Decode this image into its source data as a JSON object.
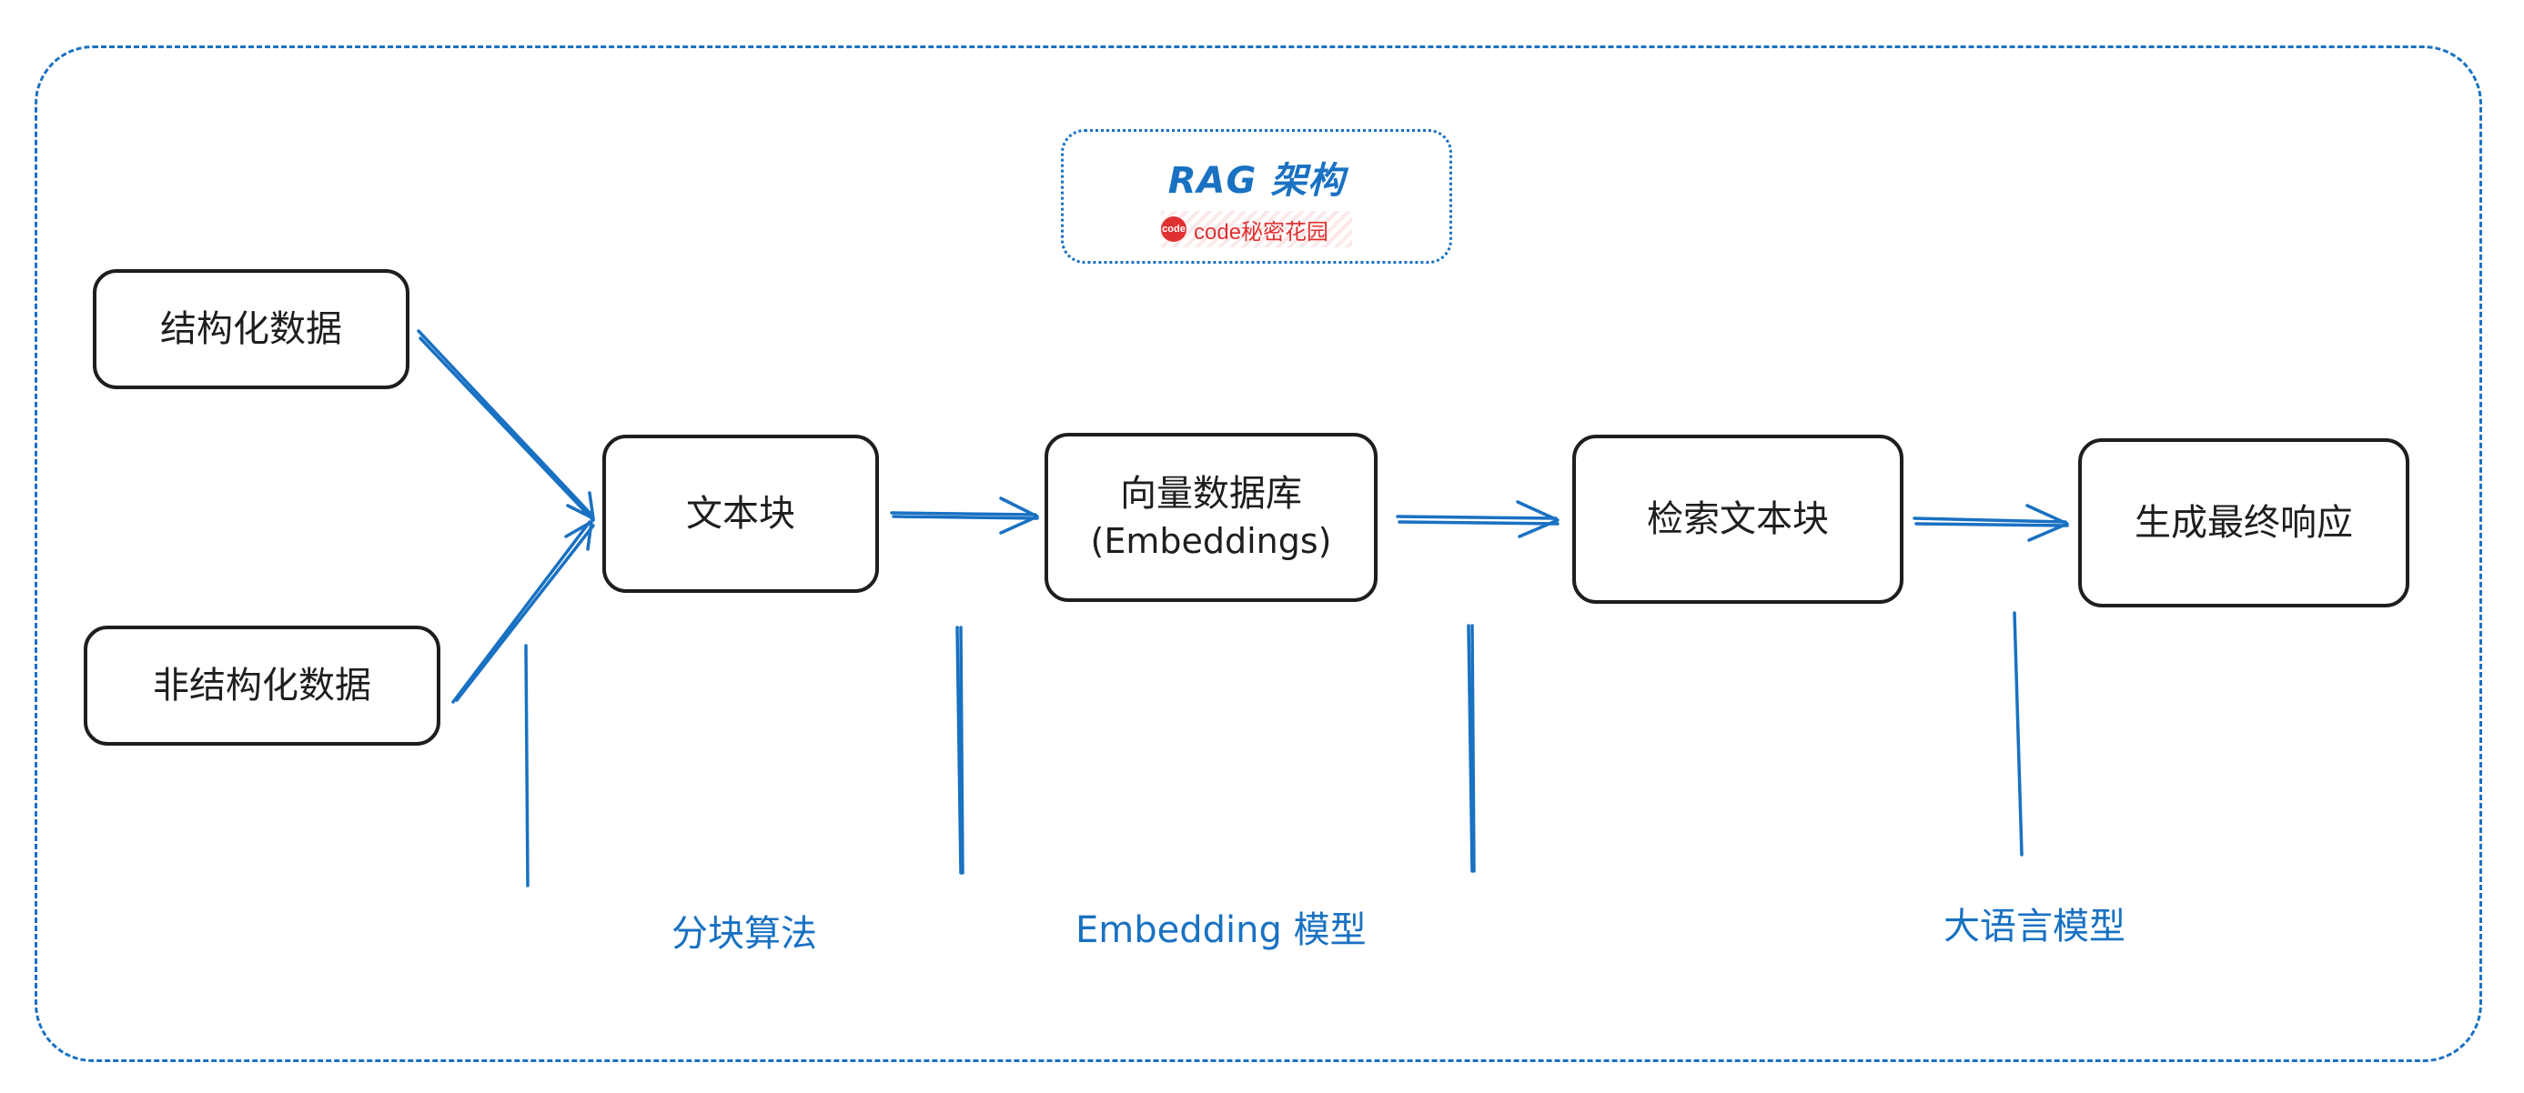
{
  "title": "RAG 架构",
  "brand": "code秘密花园",
  "brand_logo": "code",
  "nodes": {
    "structured": "结构化数据",
    "unstructured": "非结构化数据",
    "chunks": "文本块",
    "vector_db": "向量数据库",
    "vector_db_sub": "(Embeddings)",
    "retrieve": "检索文本块",
    "generate": "生成最终响应"
  },
  "labels": {
    "chunking": "分块算法",
    "embedding_model": "Embedding 模型",
    "llm": "大语言模型"
  },
  "colors": {
    "accent": "#1971c2",
    "stroke": "#1e1e1e",
    "brand": "#e03131"
  }
}
